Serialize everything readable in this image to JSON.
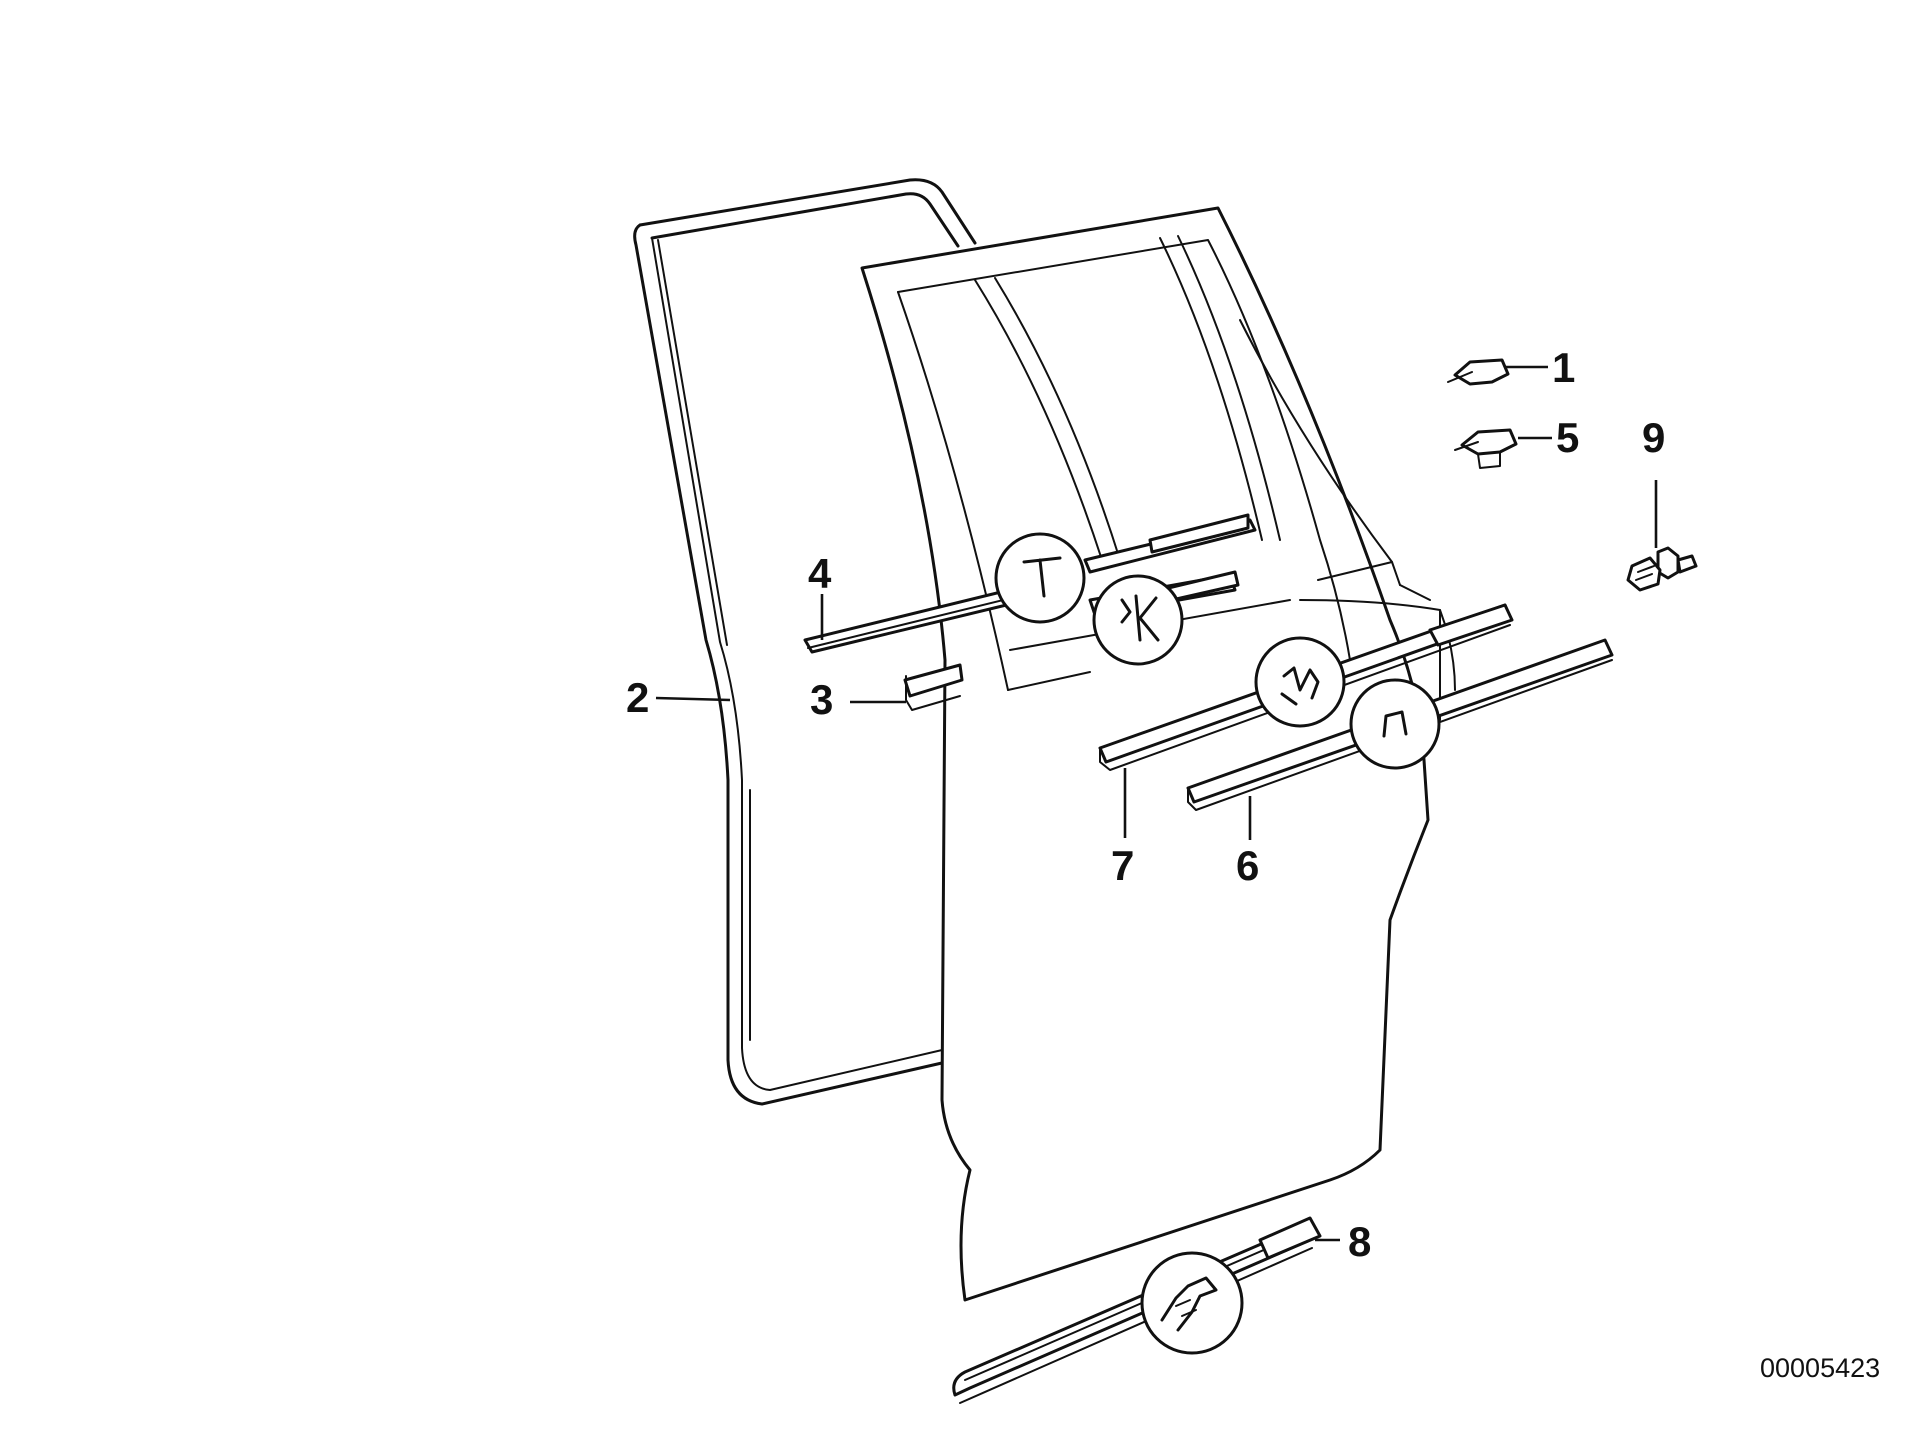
{
  "diagram": {
    "reference_number": "00005423",
    "callouts": [
      {
        "id": "1",
        "label": "1"
      },
      {
        "id": "2",
        "label": "2"
      },
      {
        "id": "3",
        "label": "3"
      },
      {
        "id": "4",
        "label": "4"
      },
      {
        "id": "5",
        "label": "5"
      },
      {
        "id": "6",
        "label": "6"
      },
      {
        "id": "7",
        "label": "7"
      },
      {
        "id": "8",
        "label": "8"
      },
      {
        "id": "9",
        "label": "9"
      }
    ]
  },
  "colors": {
    "line": "#111111",
    "background": "#ffffff"
  }
}
